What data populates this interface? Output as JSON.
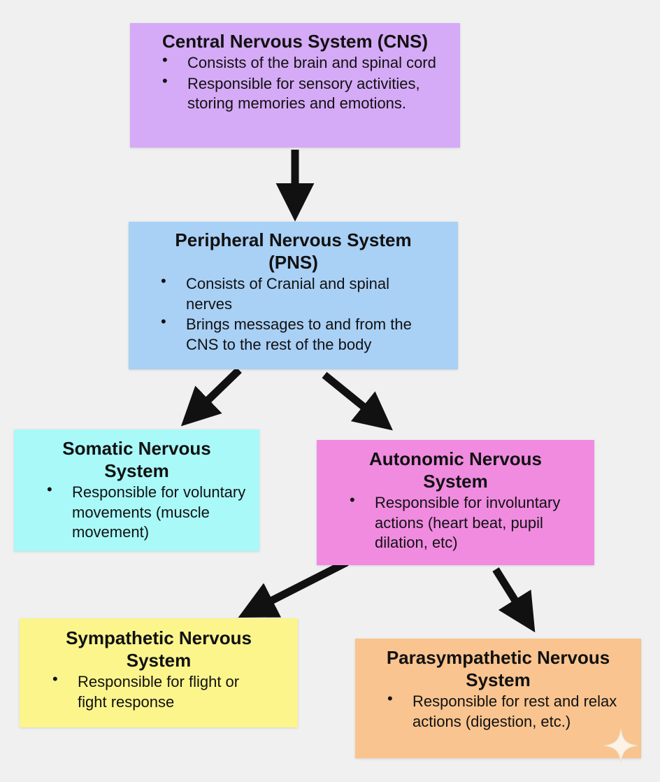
{
  "nodes": {
    "cns": {
      "title": "Central Nervous System (CNS)",
      "bullets": [
        "Consists of the brain and spinal cord",
        "Responsible for sensory activities, storing memories and emotions."
      ],
      "color": "#d5aaf6"
    },
    "pns": {
      "title": "Peripheral Nervous System (PNS)",
      "bullets": [
        "Consists of Cranial and spinal nerves",
        "Brings messages to and from the CNS to the rest of the body"
      ],
      "color": "#a9d0f5"
    },
    "somatic": {
      "title": "Somatic Nervous System",
      "bullets": [
        "Responsible for voluntary movements (muscle movement)"
      ],
      "color": "#a9f9f9"
    },
    "autonomic": {
      "title": "Autonomic Nervous System",
      "bullets": [
        "Responsible for involuntary actions (heart beat, pupil dilation, etc)"
      ],
      "color": "#f08be0"
    },
    "sympathetic": {
      "title": "Sympathetic Nervous System",
      "bullets": [
        "Responsible for flight or fight response"
      ],
      "color": "#fbf58c"
    },
    "parasympathetic": {
      "title": "Parasympathetic Nervous System",
      "bullets": [
        "Responsible for rest and relax actions (digestion, etc.)"
      ],
      "color": "#f9c48f"
    }
  },
  "edges": [
    {
      "from": "cns",
      "to": "pns"
    },
    {
      "from": "pns",
      "to": "somatic"
    },
    {
      "from": "pns",
      "to": "autonomic"
    },
    {
      "from": "autonomic",
      "to": "sympathetic"
    },
    {
      "from": "autonomic",
      "to": "parasympathetic"
    }
  ],
  "bullet_glyph": "•",
  "arrow_color": "#111111",
  "watermark_icon": "sparkle-icon"
}
